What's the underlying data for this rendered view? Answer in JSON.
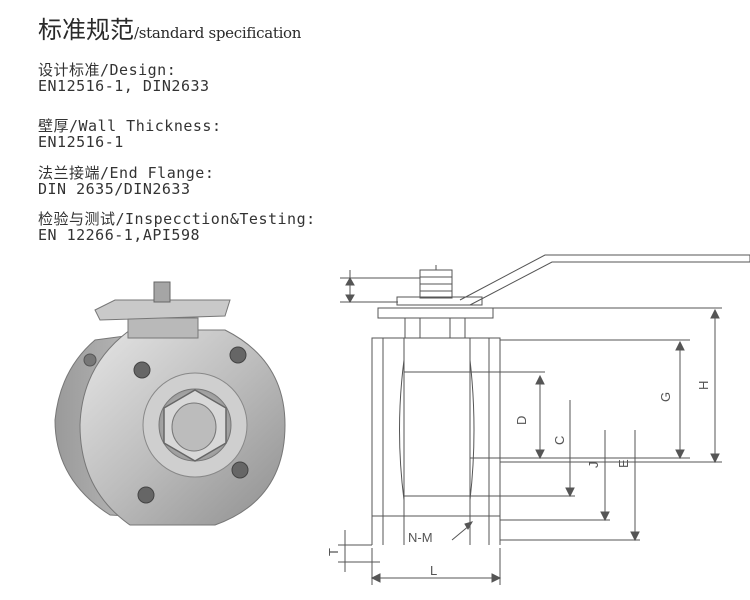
{
  "title": {
    "cn": "标准规范",
    "en": "/standard specification"
  },
  "specs": [
    {
      "label": "设计标准/Design:",
      "value": "EN12516-1, DIN2633"
    },
    {
      "label": "壁厚/Wall Thickness:",
      "value": "EN12516-1"
    },
    {
      "label": "法兰接端/End Flange:",
      "value": "DIN 2635/DIN2633"
    },
    {
      "label": "检验与测试/Inspecction&Testing:",
      "value": "EN 12266-1,API598"
    }
  ],
  "drawing": {
    "dims": {
      "D": "D",
      "C": "C",
      "J": "J",
      "E": "E",
      "G": "G",
      "H": "H",
      "NM": "N-M",
      "L": "L",
      "T": "T"
    }
  }
}
